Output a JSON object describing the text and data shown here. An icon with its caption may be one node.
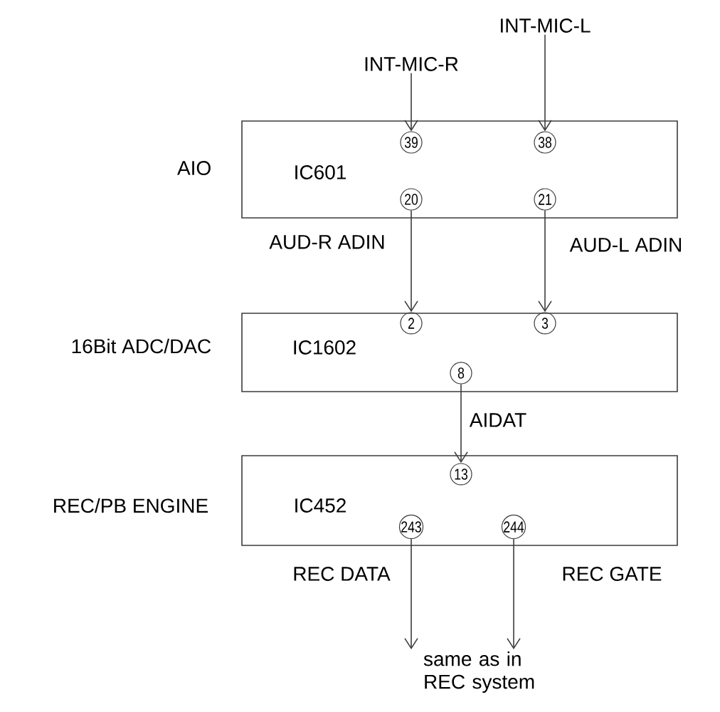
{
  "diagram": {
    "nodes": [
      {
        "text": [
          "INT-MIC-R"
        ]
      },
      {
        "text": [
          "INT-MIC-L"
        ]
      },
      {
        "text": [
          "IC601"
        ],
        "beside": [
          "AIO"
        ]
      },
      {
        "text": [
          "39"
        ],
        "in": 2
      },
      {
        "text": [
          "38"
        ],
        "in": 2
      },
      {
        "text": [
          "20"
        ],
        "in": 2
      },
      {
        "text": [
          "21"
        ],
        "in": 2
      },
      {
        "text": [
          "IC1602"
        ],
        "beside": [
          "16Bit ADC/DAC"
        ]
      },
      {
        "text": [
          "2"
        ],
        "in": 7
      },
      {
        "text": [
          "3"
        ],
        "in": 7
      },
      {
        "text": [
          "8"
        ],
        "in": 7
      },
      {
        "text": [
          "IC452"
        ],
        "beside": [
          "REC/PB ENGINE"
        ]
      },
      {
        "text": [
          "13"
        ],
        "in": 11
      },
      {
        "text": [
          "243"
        ],
        "in": 11
      },
      {
        "text": [
          "244"
        ],
        "in": 11
      },
      {
        "text": [
          "same as in REC system"
        ]
      }
    ],
    "edges": [
      {
        "from": 0,
        "to": 3,
        "arrow": "to"
      },
      {
        "from": 1,
        "to": 4,
        "arrow": "to"
      },
      {
        "from": 5,
        "to": 8,
        "arrow": "to",
        "label": "AUD-R ADIN"
      },
      {
        "from": 6,
        "to": 9,
        "arrow": "to",
        "label": "AUD-L ADIN"
      },
      {
        "from": 10,
        "to": 12,
        "arrow": "to",
        "label": "AIDAT"
      },
      {
        "from": 13,
        "to": 15,
        "arrow": "to",
        "label": "REC DATA"
      },
      {
        "from": 14,
        "to": 15,
        "arrow": "to",
        "label": "REC GATE"
      }
    ]
  }
}
